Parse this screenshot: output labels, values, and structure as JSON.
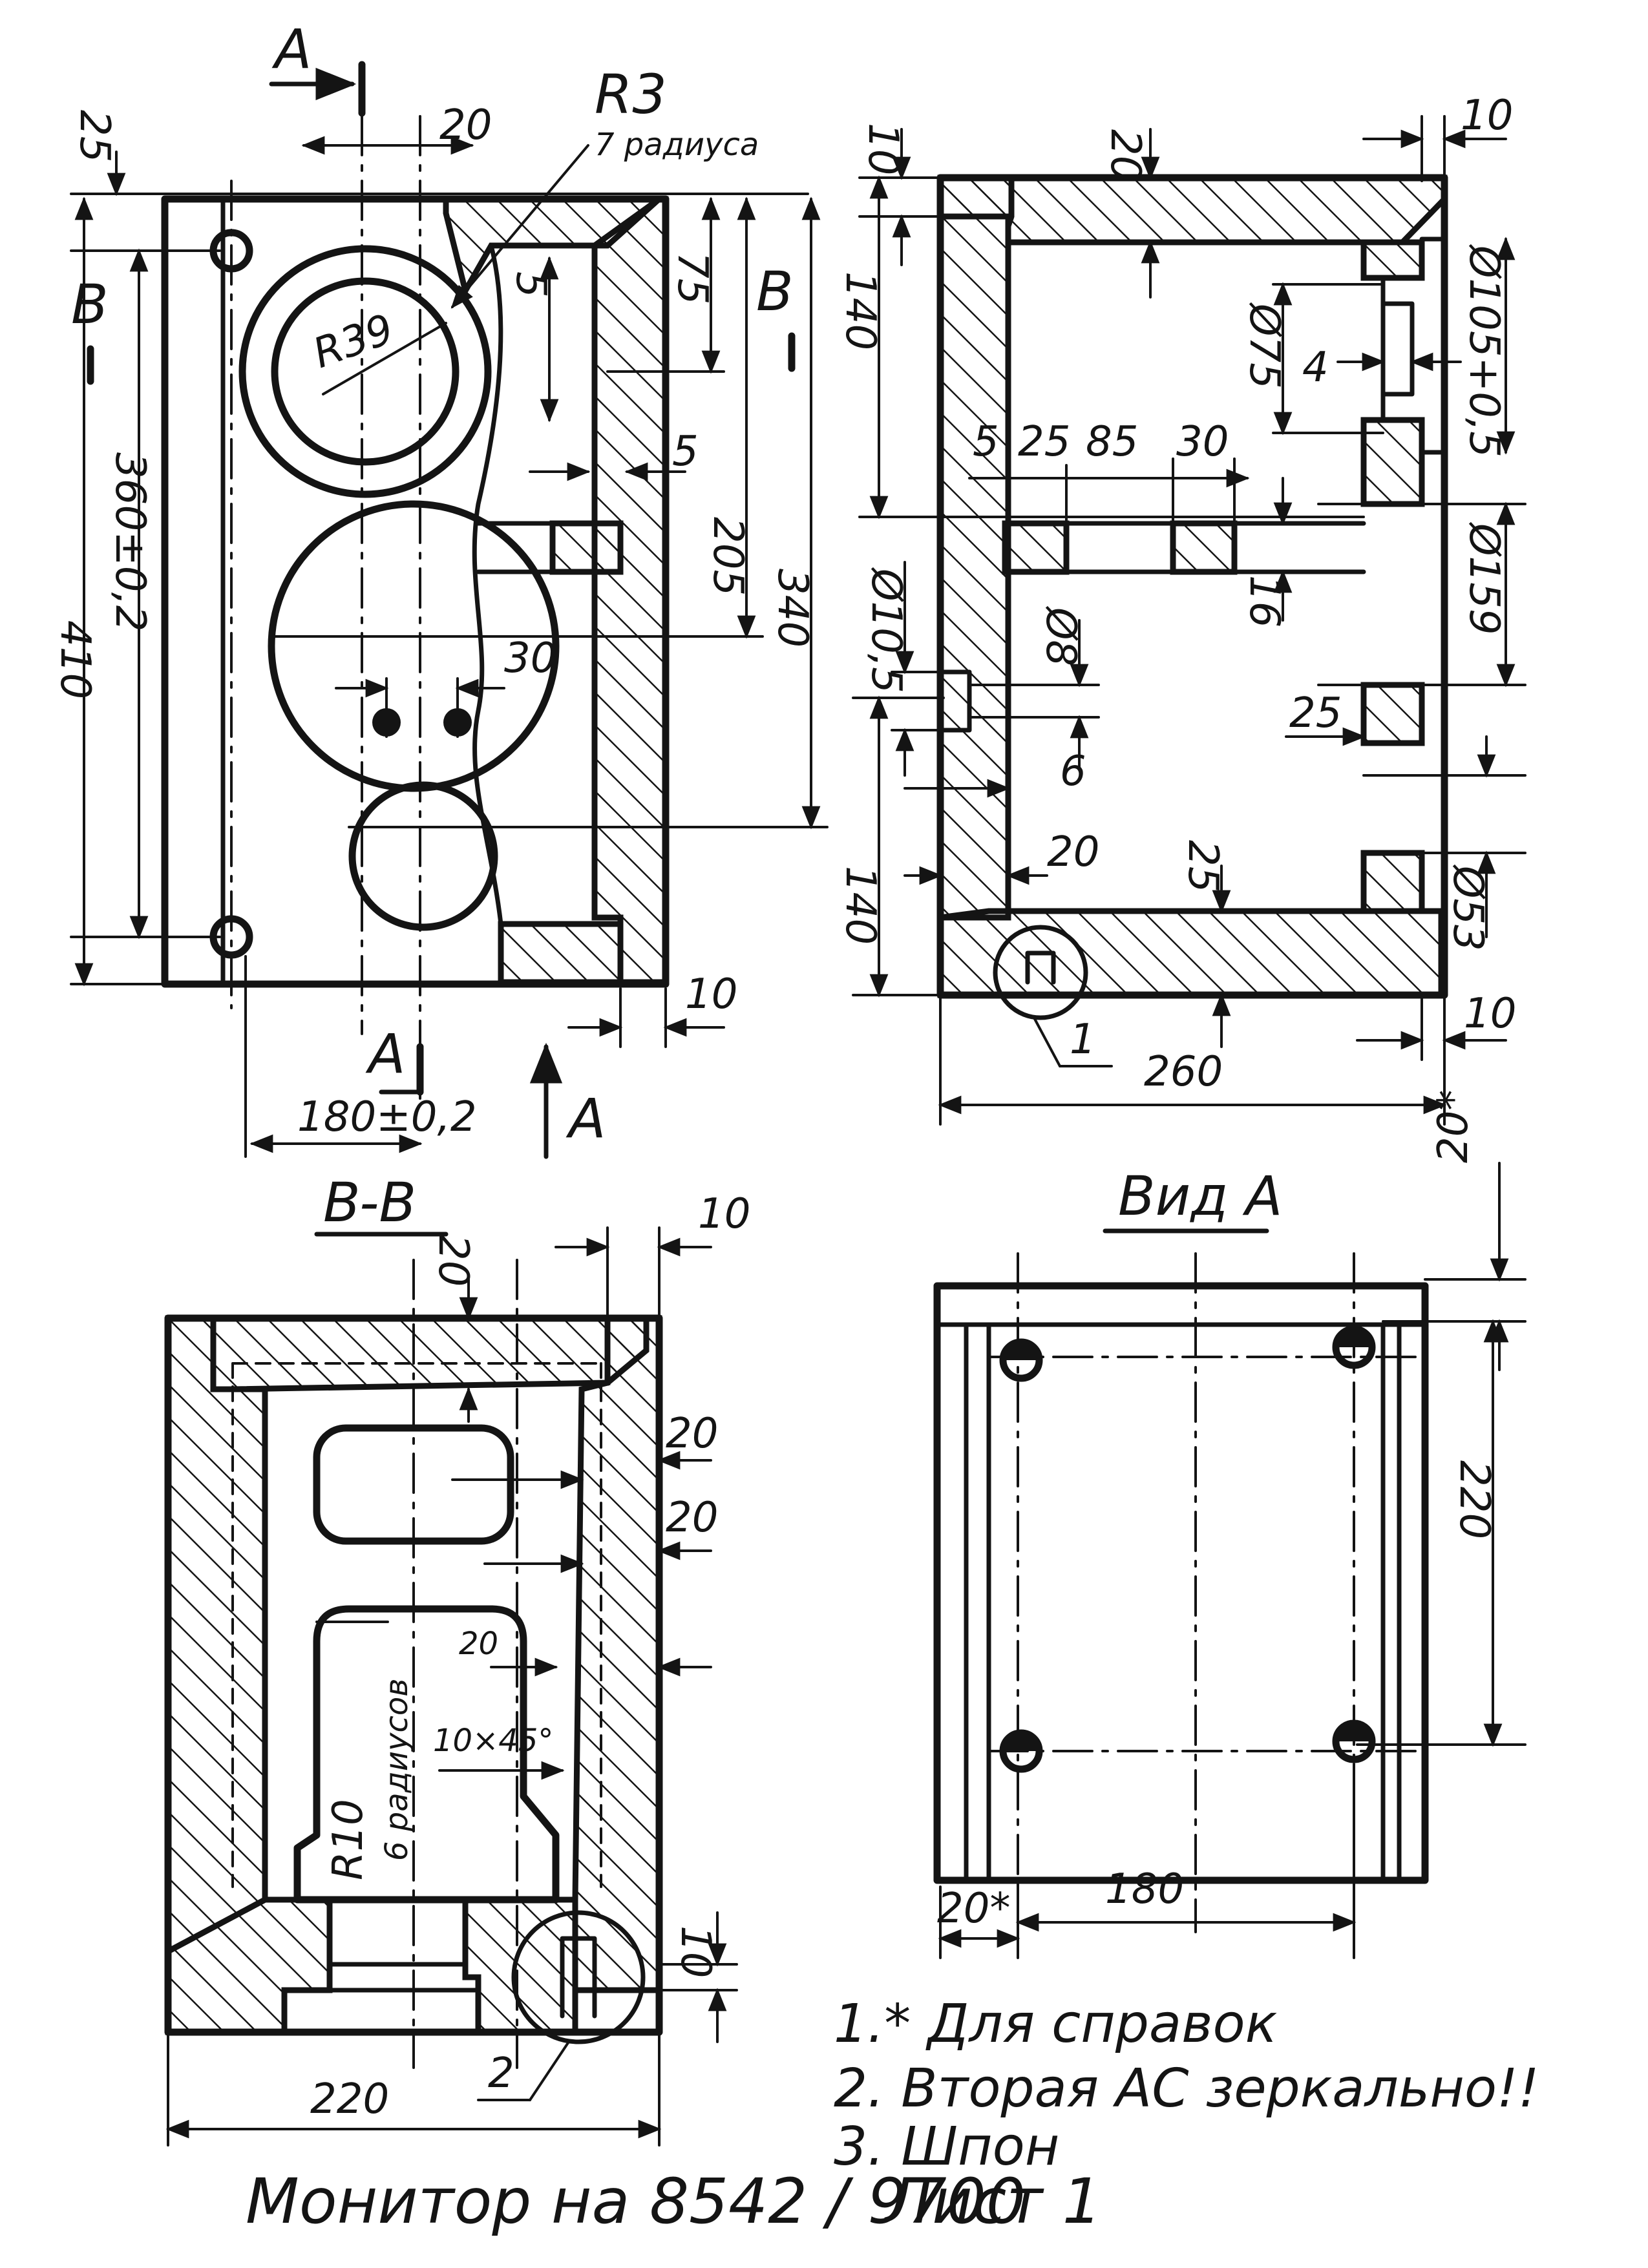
{
  "views": {
    "front": {
      "section_mark_top": "A",
      "section_mark_bottom": "A",
      "side_mark_left": "B",
      "side_mark_right": "B",
      "view_arrow": "A",
      "dims": {
        "d25_top": "25",
        "d20_top": "20",
        "r3": "R3",
        "r3_note": "7 радиуса",
        "r39": "R39",
        "d5_a": "5",
        "d5_b": "5",
        "d75": "75",
        "d205": "205",
        "d340": "340",
        "d30": "30",
        "d410": "410",
        "d360": "360±0,2",
        "d180": "180±0,2",
        "d10": "10"
      }
    },
    "section_aa": {
      "dims": {
        "d10_top": "10",
        "d20_top": "20",
        "d10_right": "10",
        "d140_top": "140",
        "d75": "Ø75",
        "d4": "4",
        "d105r": "Ø105+0,5",
        "d5": "5",
        "d25a": "25",
        "d85": "85",
        "d30": "30",
        "d16": "16",
        "d159": "Ø159",
        "d105l": "Ø10,5",
        "d8": "Ø8",
        "d6": "6",
        "d25b": "25",
        "d20": "20",
        "d25c": "25",
        "d140_bottom": "140",
        "d53": "Ø53",
        "d10_bottom": "10",
        "d260": "260",
        "callout1": "1"
      }
    },
    "section_bb": {
      "title": "B-B",
      "dims": {
        "d10": "10",
        "d20_top": "20",
        "d20_a": "20",
        "d20_b": "20",
        "d20_c": "20",
        "r10": "R10",
        "r10_note": "6 радиусов",
        "chamfer": "10×45°",
        "d10_right": "10",
        "d220": "220",
        "callout2": "2"
      }
    },
    "view_a": {
      "title": "Вид А",
      "dims": {
        "d20star_top": "20*",
        "d220": "220",
        "d20star_bottom": "20*",
        "d180": "180"
      }
    }
  },
  "notes": [
    "1.* Для справок",
    "2.  Вторая АС зеркально!!",
    "3.  Шпон"
  ],
  "footer": {
    "title": "Монитор на 8542 / 9700",
    "sheet": "Лист 1"
  }
}
